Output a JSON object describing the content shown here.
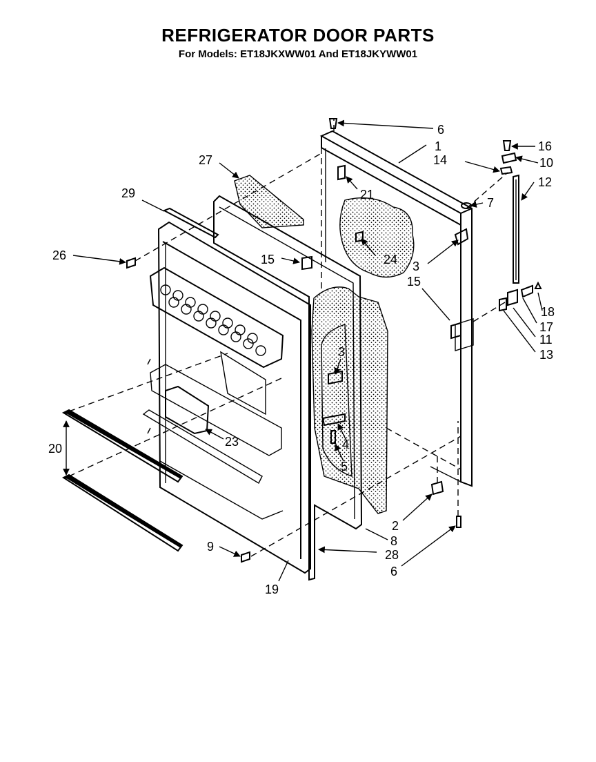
{
  "header": {
    "title": "REFRIGERATOR DOOR PARTS",
    "subtitle": "For Models: ET18JKXWW01 And ET18JKYWW01"
  },
  "callouts": {
    "c1": "1",
    "c2": "2",
    "c3a": "3",
    "c3b": "3",
    "c4": "4",
    "c5": "5",
    "c6a": "6",
    "c6b": "6",
    "c7": "7",
    "c8": "8",
    "c9": "9",
    "c10": "10",
    "c11": "11",
    "c12": "12",
    "c13": "13",
    "c14": "14",
    "c15a": "15",
    "c15b": "15",
    "c16": "16",
    "c17": "17",
    "c18": "18",
    "c19": "19",
    "c20": "20",
    "c21": "21",
    "c23": "23",
    "c24": "24",
    "c26": "26",
    "c27": "27",
    "c28": "28",
    "c29": "29"
  }
}
